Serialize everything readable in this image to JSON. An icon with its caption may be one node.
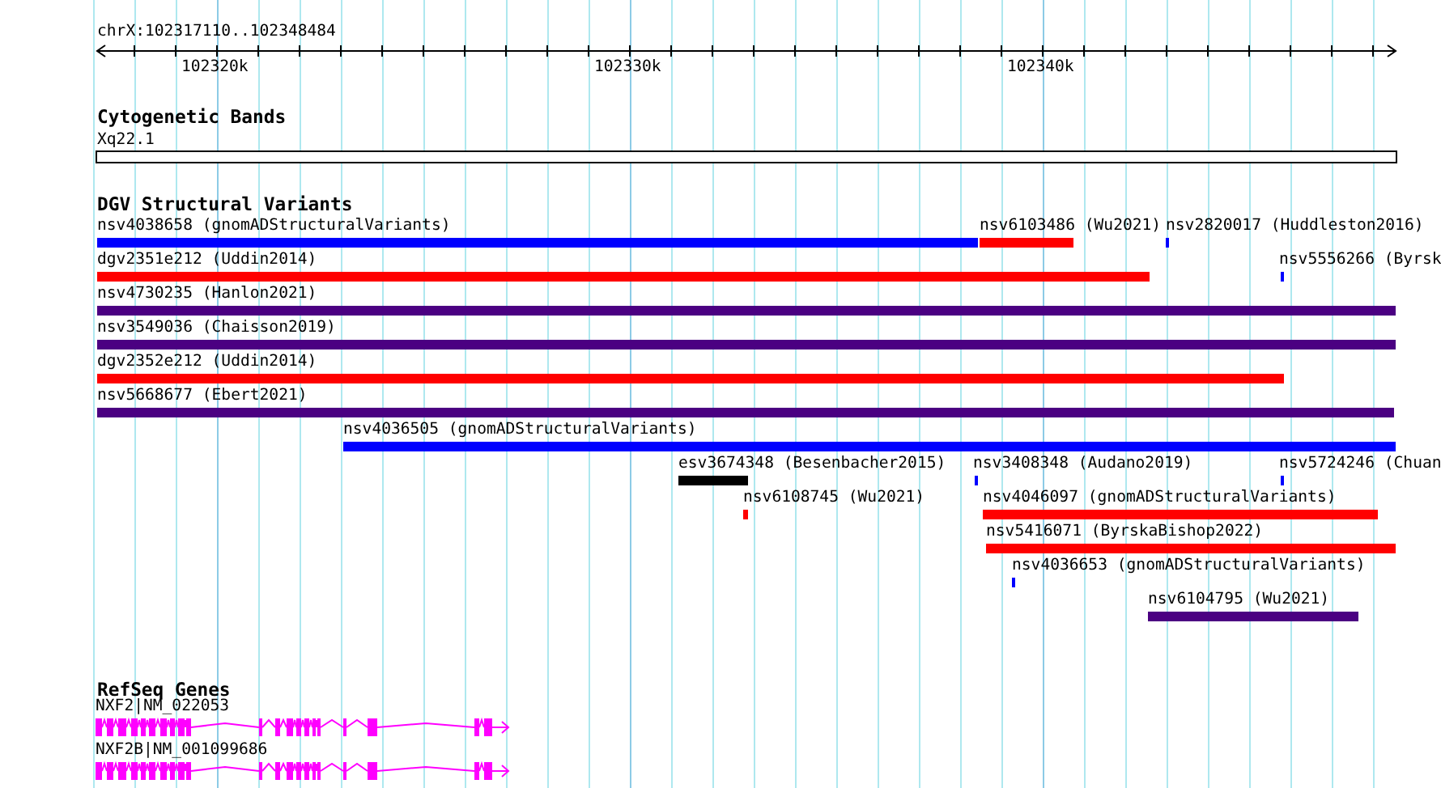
{
  "diagram": {
    "nodes": [
      {
        "text": [
          "nsv4038658 (gnomADStructuralVariants)"
        ]
      },
      {
        "text": [
          "nsv6103486 (Wu2021)"
        ]
      },
      {
        "text": [
          "nsv2820017 (Huddleston2016)"
        ]
      },
      {
        "text": [
          "dgv2351e212 (Uddin2014)"
        ]
      },
      {
        "text": [
          "nsv5556266 (Byrsk"
        ]
      },
      {
        "text": [
          "nsv4730235 (Hanlon2021)"
        ]
      },
      {
        "text": [
          "nsv3549036 (Chaisson2019)"
        ]
      },
      {
        "text": [
          "dgv2352e212 (Uddin2014)"
        ]
      },
      {
        "text": [
          "nsv5668677 (Ebert2021)"
        ]
      },
      {
        "text": [
          "nsv4036505 (gnomADStructuralVariants)"
        ]
      },
      {
        "text": [
          "esv3674348 (Besenbacher2015)"
        ]
      },
      {
        "text": [
          "nsv3408348 (Audano2019)"
        ]
      },
      {
        "text": [
          "nsv5724246 (Chuan"
        ]
      },
      {
        "text": [
          "nsv6108745 (Wu2021)"
        ]
      },
      {
        "text": [
          "nsv4046097 (gnomADStructuralVariants)"
        ]
      },
      {
        "text": [
          "nsv5416071 (ByrskaBishop2022)"
        ]
      },
      {
        "text": [
          "nsv4036653 (gnomADStructuralVariants)"
        ]
      },
      {
        "text": [
          "nsv6104795 (Wu2021)"
        ]
      },
      {
        "text": [
          "NXF2|NM_022053"
        ]
      },
      {
        "text": [
          "NXF2B|NM_001099686"
        ]
      }
    ],
    "labels": [
      "chrX:102317110..102348484",
      "102320k",
      "102330k",
      "102340k",
      "Cytogenetic Bands",
      "Xq22.1",
      "DGV Structural Variants",
      "RefSeq Genes"
    ]
  }
}
